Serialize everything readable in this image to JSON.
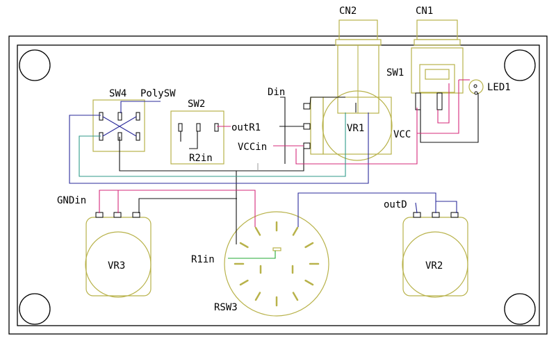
{
  "colors": {
    "board": "#000000",
    "part_outline": "#b8b24a",
    "wire_black": "#111111",
    "wire_blue": "#2a2a9a",
    "wire_pink": "#d6287a",
    "wire_teal": "#2f9a8a",
    "wire_green": "#22aa33"
  },
  "labels": {
    "cn2": "CN2",
    "cn1": "CN1",
    "sw1": "SW1",
    "led1": "LED1",
    "din": "Din",
    "vr1": "VR1",
    "vcc": "VCC",
    "sw4": "SW4",
    "polysw": "PolySW",
    "sw2": "SW2",
    "outr1": "outR1",
    "vccin": "VCCin",
    "r2in": "R2in",
    "gndin": "GNDin",
    "outd": "outD",
    "vr3": "VR3",
    "vr2": "VR2",
    "r1in": "R1in",
    "rsw3": "RSW3"
  }
}
